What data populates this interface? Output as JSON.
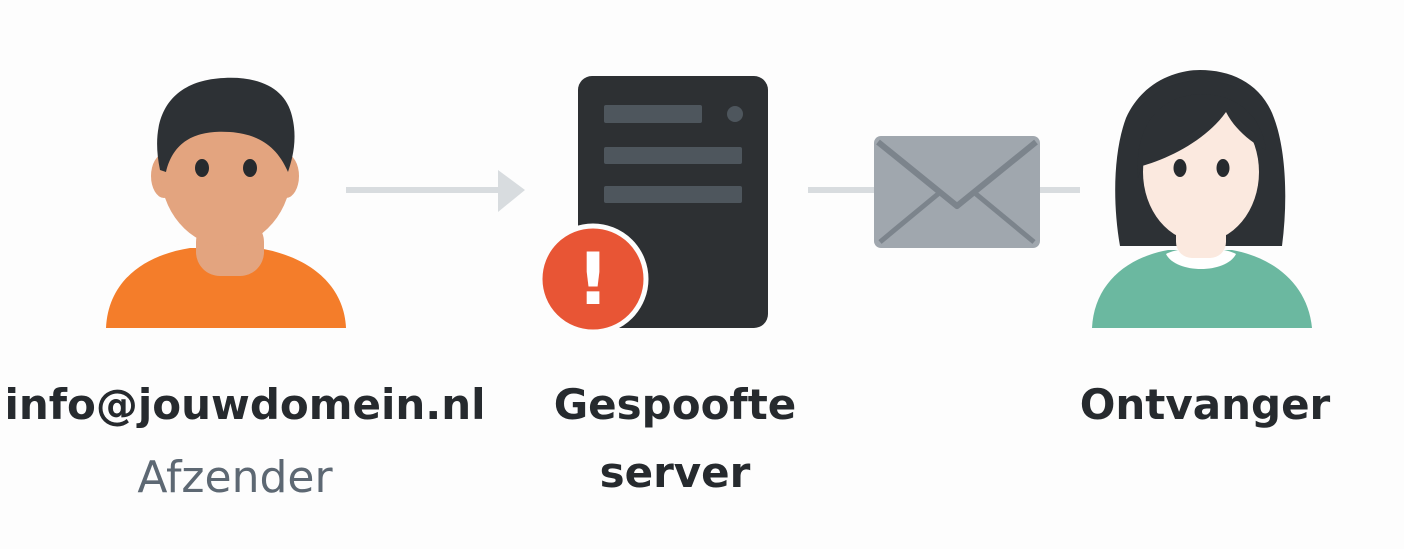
{
  "sender": {
    "email": "info@jouwdomein.nl",
    "role": "Afzender",
    "skin_color": "#e3a47f",
    "shirt_color": "#f47d2a",
    "hair_color": "#2d3135"
  },
  "server": {
    "label_line1": "Gespoofte",
    "label_line2": "server",
    "body_color": "#2d3033",
    "slot_color": "#4e565d",
    "warning_color": "#e85535",
    "warning_symbol": "!"
  },
  "envelope": {
    "color": "#a0a7ae",
    "flap_color": "#7c848c"
  },
  "recipient": {
    "label": "Ontvanger",
    "skin_color": "#fbe9df",
    "shirt_color": "#6bb8a0",
    "hair_color": "#2d3135"
  },
  "connector_color": "#d8dcdf"
}
